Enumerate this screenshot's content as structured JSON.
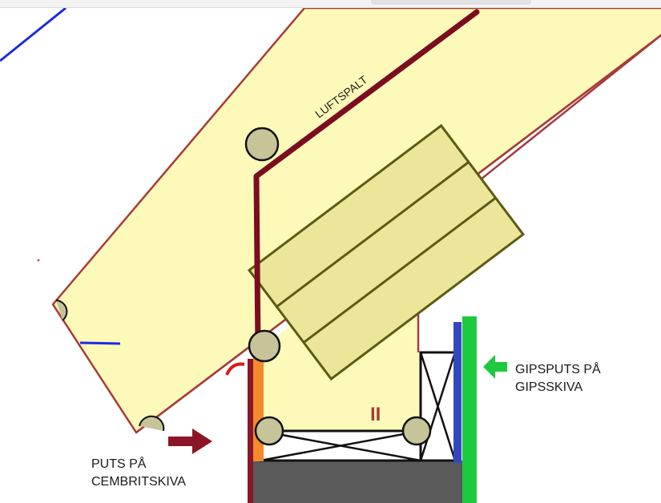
{
  "labels": {
    "gipsputs_line1": "GIPSPUTS PÅ",
    "gipsputs_line2": "GIPSSKIVA",
    "puts_line1": "PUTS PÅ",
    "puts_line2": "CEMBRITSKIVA",
    "luftspalt": "LUFTSPALT",
    "stud_mark": "II"
  },
  "colors": {
    "rafter_fill": "#fdf9b8",
    "rafter_edge": "#a83a3a",
    "vent_line": "#7a0d1f",
    "beam_fill": "#ece69a",
    "beam_edge": "#5c5a14",
    "puts_orange": "#f5892d",
    "gips_blue": "#3348c0",
    "gips_green": "#1ec93e",
    "foundation": "#5a5a5a",
    "arrow_dark_red": "#8b1625",
    "arrow_green": "#1ec93e",
    "guide_blue": "#1a2be0"
  },
  "icons": {
    "arrow_red": "arrow-right-icon",
    "arrow_green": "arrow-left-icon"
  }
}
